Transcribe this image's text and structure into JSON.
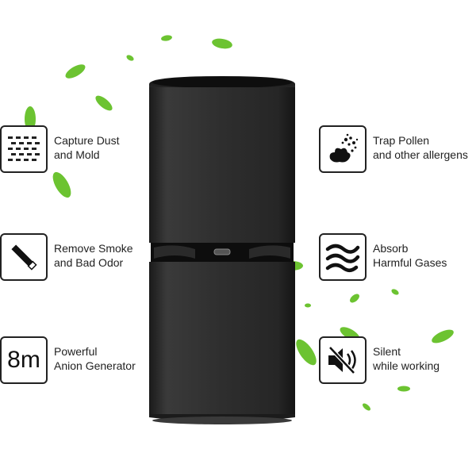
{
  "features": {
    "capture_dust": {
      "line1": "Capture Dust",
      "line2": "and Mold",
      "icon": "dust-dots-icon"
    },
    "remove_smoke": {
      "line1": "Remove Smoke",
      "line2": "and Bad Odor",
      "icon": "cigarette-icon"
    },
    "anion": {
      "icon_text": "8m",
      "line1": "Powerful",
      "line2": "Anion Generator"
    },
    "trap_pollen": {
      "line1": "Trap Pollen",
      "line2": "and other allergens",
      "icon": "pollen-icon"
    },
    "absorb_gases": {
      "line1": "Absorb",
      "line2": "Harmful Gases",
      "icon": "gas-waves-icon"
    },
    "silent": {
      "line1": "Silent",
      "line2": "while working",
      "icon": "mute-speaker-icon"
    }
  },
  "colors": {
    "device_body": "#2b2b2b",
    "leaf_green": "#6cc331",
    "icon_border": "#222222"
  }
}
